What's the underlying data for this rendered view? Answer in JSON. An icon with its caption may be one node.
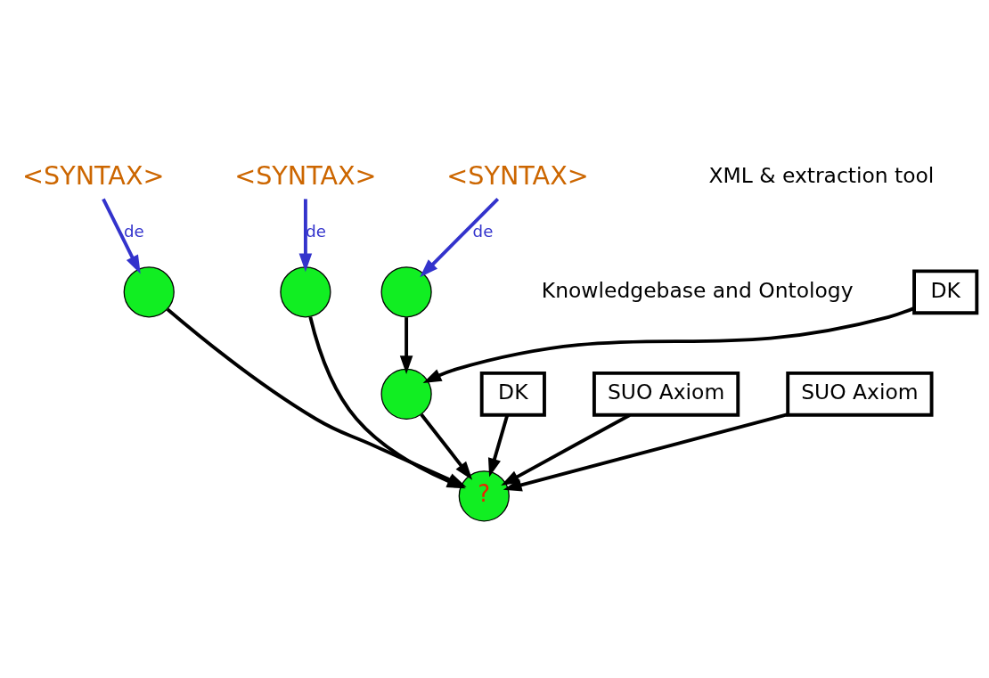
{
  "diagram": {
    "nodes": [
      {
        "text": [
          "<SYNTAX>"
        ]
      },
      {
        "text": [
          "<SYNTAX>"
        ]
      },
      {
        "text": [
          "<SYNTAX>"
        ]
      },
      {
        "text": [],
        "shape": "circle"
      },
      {
        "text": [],
        "shape": "circle"
      },
      {
        "text": [],
        "shape": "circle"
      },
      {
        "text": [
          "DK"
        ]
      },
      {
        "text": [],
        "shape": "circle"
      },
      {
        "text": [
          "DK"
        ]
      },
      {
        "text": [
          "SUO Axiom"
        ]
      },
      {
        "text": [
          "SUO Axiom"
        ]
      },
      {
        "text": [
          "?"
        ]
      }
    ],
    "edges": [
      {
        "from": 0,
        "to": 3,
        "arrow": "to",
        "label": "de",
        "color": "#3333cc"
      },
      {
        "from": 1,
        "to": 4,
        "arrow": "to",
        "label": "de",
        "color": "#3333cc"
      },
      {
        "from": 2,
        "to": 5,
        "arrow": "to",
        "label": "de",
        "color": "#3333cc"
      },
      {
        "from": 3,
        "to": 11,
        "arrow": "to"
      },
      {
        "from": 4,
        "to": 11,
        "arrow": "to"
      },
      {
        "from": 5,
        "to": 7,
        "arrow": "to"
      },
      {
        "from": 6,
        "to": 7,
        "arrow": "to"
      },
      {
        "from": 8,
        "to": 11,
        "arrow": "to"
      },
      {
        "from": 7,
        "to": 11,
        "arrow": "to"
      },
      {
        "from": 9,
        "to": 11,
        "arrow": "to"
      },
      {
        "from": 10,
        "to": 11,
        "arrow": "to"
      }
    ],
    "labels": [
      "XML & extraction tool",
      "Knowledgebase and Ontology"
    ]
  }
}
